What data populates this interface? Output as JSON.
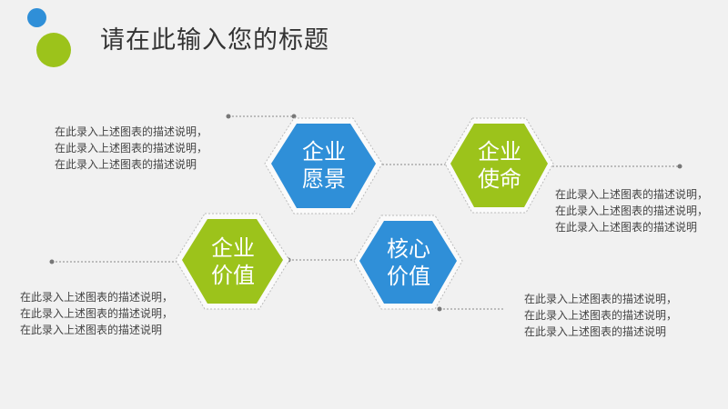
{
  "title": "请在此输入您的标题",
  "colors": {
    "blue": "#2f8fd8",
    "green": "#9cc31b",
    "text": "#333333",
    "background": "#f1f1f1"
  },
  "hexagons": [
    {
      "id": "enterprise-vision",
      "line1": "企业",
      "line2": "愿景",
      "color": "#2f8fd8"
    },
    {
      "id": "enterprise-mission",
      "line1": "企业",
      "line2": "使命",
      "color": "#9cc31b"
    },
    {
      "id": "enterprise-value",
      "line1": "企业",
      "line2": "价值",
      "color": "#9cc31b"
    },
    {
      "id": "core-value",
      "line1": "核心",
      "line2": "价值",
      "color": "#2f8fd8"
    }
  ],
  "descriptions": {
    "vision": [
      "在此录入上述图表的描述说明，",
      "在此录入上述图表的描述说明，",
      "在此录入上述图表的描述说明"
    ],
    "mission": [
      "在此录入上述图表的描述说明，",
      "在此录入上述图表的描述说明，",
      "在此录入上述图表的描述说明"
    ],
    "value": [
      "在此录入上述图表的描述说明，",
      "在此录入上述图表的描述说明，",
      "在此录入上述图表的描述说明"
    ],
    "core": [
      "在此录入上述图表的描述说明，",
      "在此录入上述图表的描述说明，",
      "在此录入上述图表的描述说明"
    ]
  }
}
